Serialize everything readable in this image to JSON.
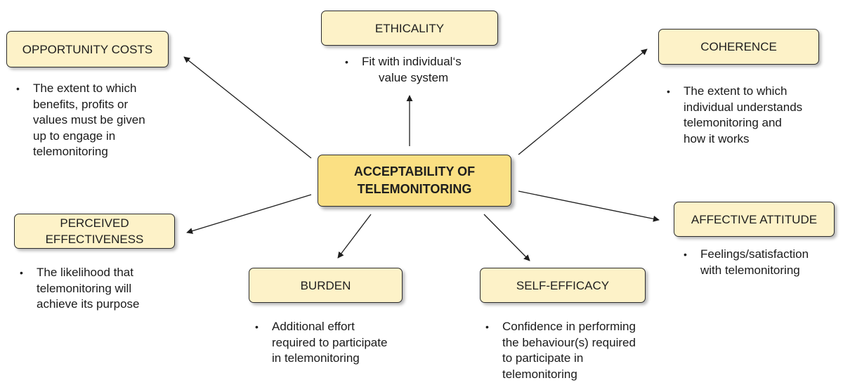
{
  "center": {
    "label_line1": "ACCEPTABILITY OF",
    "label_line2": "TELEMONITORING"
  },
  "constructs": {
    "ethicality": {
      "label": "ETHICALITY",
      "desc_line1": "Fit with individual‘s",
      "desc_line2": "value system"
    },
    "opportunity_costs": {
      "label": "OPPORTUNITY COSTS",
      "desc_line1": "The extent to which",
      "desc_line2": "benefits, profits or",
      "desc_line3": "values must be given",
      "desc_line4": "up to engage in",
      "desc_line5": "telemonitoring"
    },
    "coherence": {
      "label": "COHERENCE",
      "desc_line1": "The extent to which",
      "desc_line2": "individual understands",
      "desc_line3": "telemonitoring and",
      "desc_line4": "how it works"
    },
    "perceived_effectiveness": {
      "label_line1": "PERCEIVED",
      "label_line2": "EFFECTIVENESS",
      "desc_line1": "The likelihood that",
      "desc_line2": "telemonitoring will",
      "desc_line3": "achieve its purpose"
    },
    "burden": {
      "label": "BURDEN",
      "desc_line1": "Additional effort",
      "desc_line2": "required to participate",
      "desc_line3": "in telemonitoring"
    },
    "self_efficacy": {
      "label": "SELF-EFFICACY",
      "desc_line1": "Confidence in performing",
      "desc_line2": "the behaviour(s) required",
      "desc_line3": "to participate in",
      "desc_line4": "telemonitoring"
    },
    "affective_attitude": {
      "label": "AFFECTIVE ATTITUDE",
      "desc_line1": "Feelings/satisfaction",
      "desc_line2": "with telemonitoring"
    }
  },
  "colors": {
    "center_fill": "#fbe083",
    "box_fill": "#fdf2c8",
    "border": "#2b2b2b",
    "arrow": "#1e1e1e"
  }
}
